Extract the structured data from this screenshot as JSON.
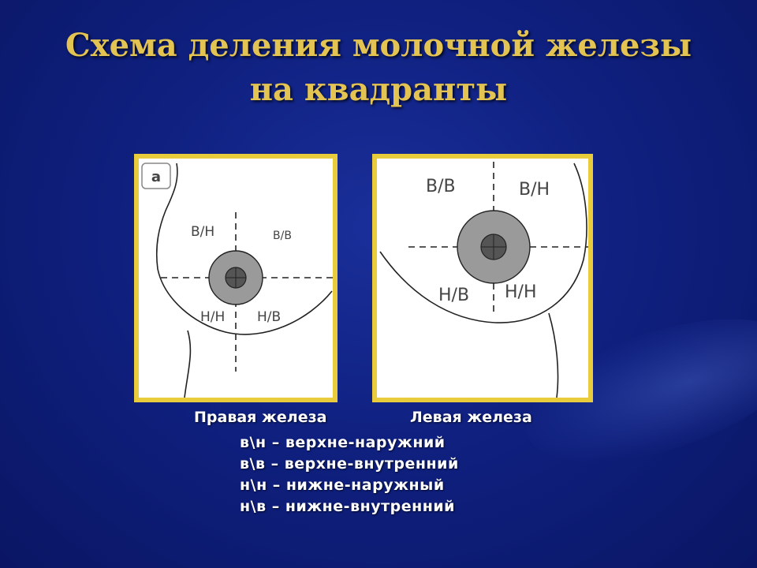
{
  "title": {
    "line1": "Схема деления молочной железы",
    "line2": "на квадранты"
  },
  "right_breast": {
    "tag": "а",
    "quadrants": {
      "upper_left": "В/Н",
      "upper_right": "В/В",
      "lower_left": "Н/Н",
      "lower_right": "Н/В"
    },
    "caption": "Правая железа"
  },
  "left_breast": {
    "quadrants": {
      "upper_left": "В/В",
      "upper_right": "В/Н",
      "lower_left": "Н/В",
      "lower_right": "Н/Н"
    },
    "caption": "Левая железа"
  },
  "legend": [
    "в\\н – верхне-наружний",
    "в\\в – верхне-внутренний",
    "н\\н – нижне-наружный",
    "н\\в – нижне-внутренний"
  ],
  "colors": {
    "background": "#0f2080",
    "title": "#e3c352",
    "panel_border": "#e8cc3c",
    "areola": "#9a9a9a",
    "nipple": "#555555"
  }
}
